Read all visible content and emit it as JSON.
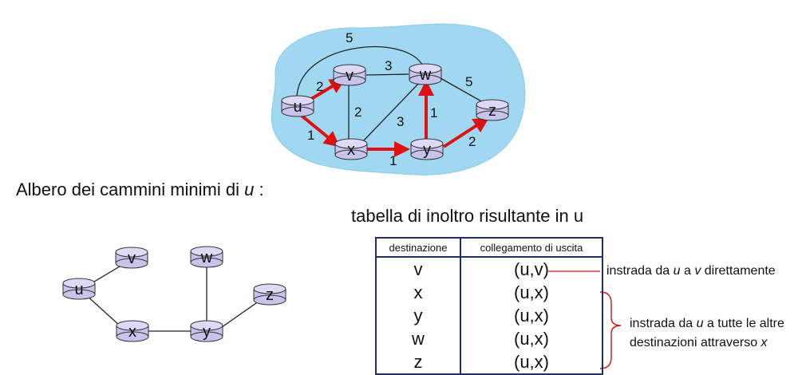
{
  "graph": {
    "nodes": {
      "u": "u",
      "v": "v",
      "w": "w",
      "x": "x",
      "y": "y",
      "z": "z"
    },
    "weights": {
      "uw": "5",
      "uv": "2",
      "vw": "3",
      "wz": "5",
      "vx": "2",
      "ux": "1",
      "xw": "3",
      "wy": "1",
      "xy": "1",
      "yz": "2"
    },
    "colors": {
      "cloud": "#9fd8f0",
      "router": "#c7c3ea",
      "tree_path": "#e01010",
      "table_border": "#1f2d6b",
      "annotation_line": "#e01010",
      "brace": "#d21010"
    }
  },
  "tree": {
    "caption_prefix": "Albero dei cammini minimi di ",
    "caption_node": "u",
    "caption_suffix": " :",
    "nodes": {
      "u": "u",
      "v": "v",
      "w": "w",
      "x": "x",
      "y": "y",
      "z": "z"
    }
  },
  "table": {
    "title": "tabella di inoltro risultante in u",
    "headers": [
      "destinazione",
      "collegamento di uscita"
    ],
    "rows": [
      {
        "dest": "v",
        "link": "(u,v)"
      },
      {
        "dest": "x",
        "link": "(u,x)"
      },
      {
        "dest": "y",
        "link": "(u,x)"
      },
      {
        "dest": "w",
        "link": "(u,x)"
      },
      {
        "dest": "z",
        "link": "(u,x)"
      }
    ]
  },
  "annotations": {
    "direct": {
      "p1": "instrada da ",
      "n1": "u",
      "p2": " a ",
      "n2": "v",
      "p3": " direttamente"
    },
    "others": {
      "p1": "instrada da ",
      "n1": "u",
      "p2": " a tutte le altre destinazioni attraverso ",
      "n2": "x"
    }
  }
}
